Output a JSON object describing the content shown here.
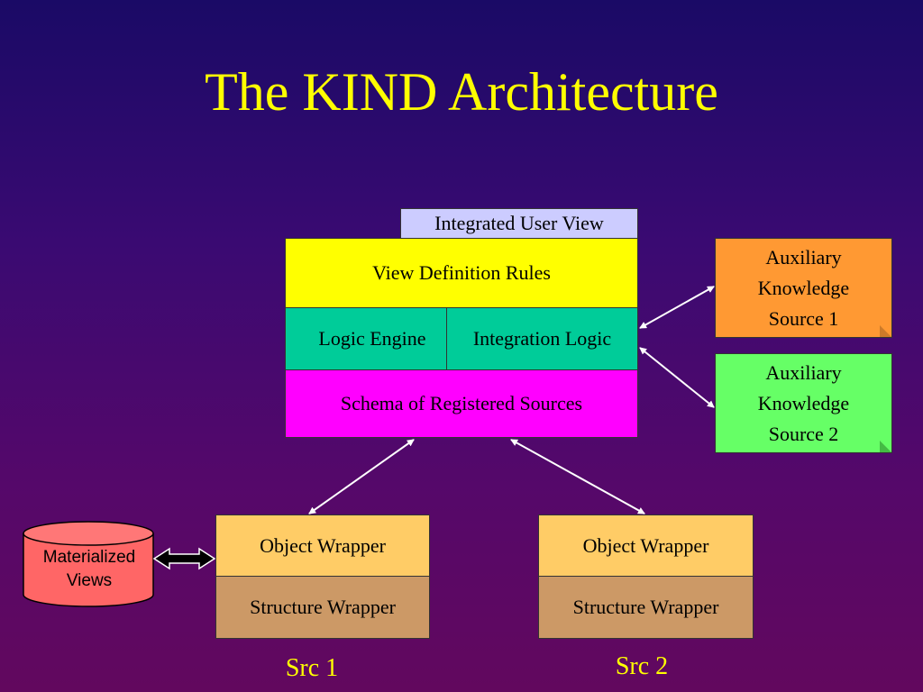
{
  "title": "The KIND Architecture",
  "integrated_view": "Integrated User View",
  "view_rules": "View Definition Rules",
  "logic_engine": "Logic Engine",
  "integration_logic": "Integration Logic",
  "schema": "Schema of Registered Sources",
  "aux1": [
    "Auxiliary",
    "Knowledge",
    "Source 1"
  ],
  "aux2": [
    "Auxiliary",
    "Knowledge",
    "Source 2"
  ],
  "materialized": [
    "Materialized",
    "Views"
  ],
  "wrapper1": {
    "object": "Object Wrapper",
    "structure": "Structure Wrapper",
    "label": "Src 1"
  },
  "wrapper2": {
    "object": "Object Wrapper",
    "structure": "Structure Wrapper",
    "label": "Src 2"
  },
  "colors": {
    "yellow": "#ffff00",
    "teal": "#00cc99",
    "magenta": "#ff00ff",
    "lavender": "#ccccff",
    "orange": "#ff9933",
    "green": "#66ff66",
    "cream": "#ffcc66",
    "tan": "#cc9966",
    "pink": "#ff6666"
  }
}
